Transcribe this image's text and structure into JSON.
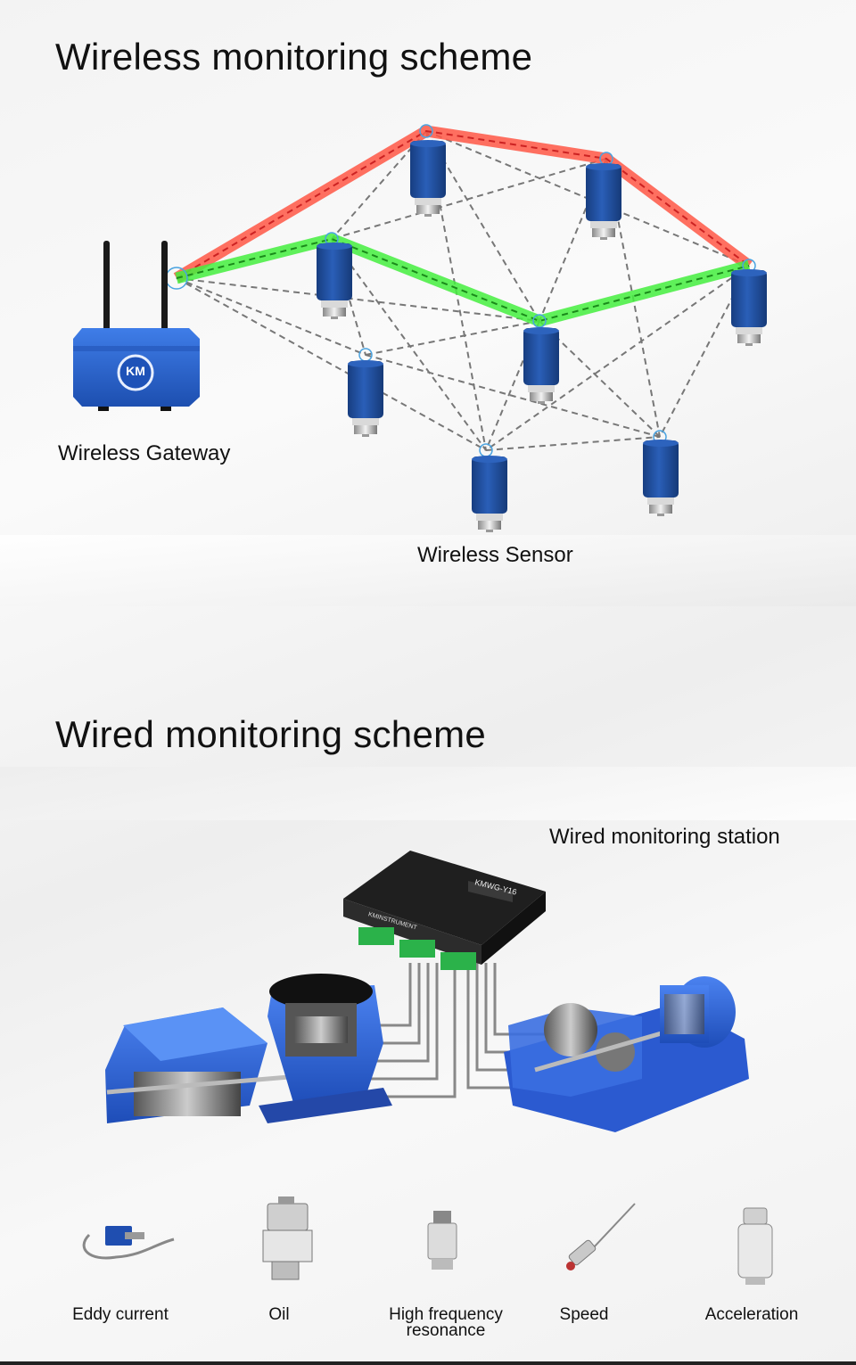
{
  "wireless": {
    "title": "Wireless monitoring scheme",
    "gateway_label": "Wireless Gateway",
    "sensor_label": "Wireless Sensor",
    "gateway_logo": "KM"
  },
  "wired": {
    "title": "Wired monitoring scheme",
    "station_label": "Wired monitoring station",
    "station_model": "KMWG-Y16",
    "station_brand": "KMINSTRUMENT"
  },
  "sensor_types": [
    {
      "label": "Eddy current"
    },
    {
      "label": "Oil"
    },
    {
      "label": "High frequency resonance"
    },
    {
      "label": "Speed"
    },
    {
      "label": "Acceleration"
    }
  ],
  "colors": {
    "sensor_blue": "#1f4e9c",
    "red_path": "#ff4a3a",
    "green_path": "#39e63a",
    "machine_blue": "#2d5fc8"
  }
}
